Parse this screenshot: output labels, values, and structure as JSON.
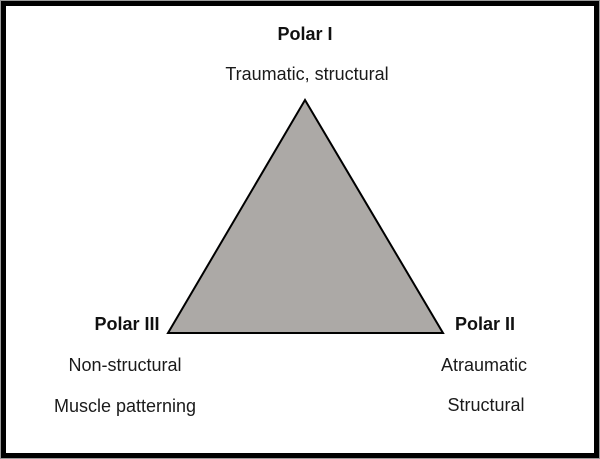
{
  "diagram": {
    "top": {
      "title": "Polar I",
      "subtitle": "Traumatic, structural"
    },
    "left": {
      "title": "Polar III",
      "lines": [
        "Non-structural",
        "Muscle patterning"
      ]
    },
    "right": {
      "title": "Polar II",
      "lines": [
        "Atraumatic",
        "Structural"
      ]
    },
    "triangle": {
      "fill": "#aca9a6",
      "stroke": "#000000"
    }
  }
}
